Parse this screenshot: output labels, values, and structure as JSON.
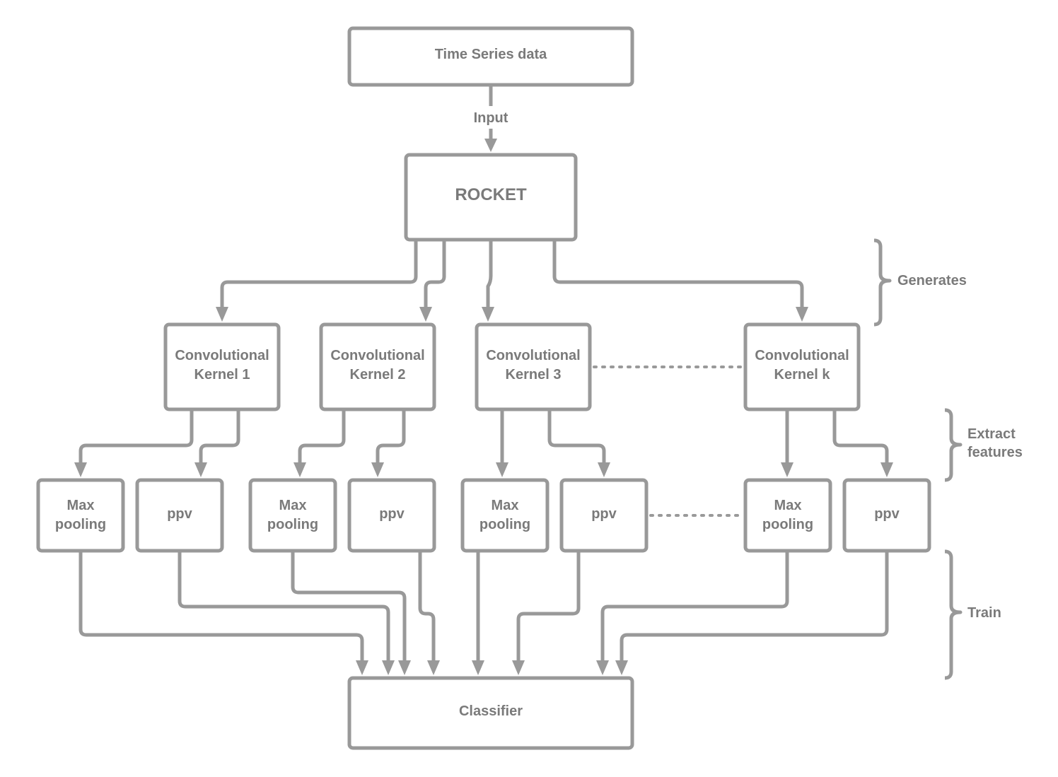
{
  "input_box": {
    "label": "Time Series data"
  },
  "input_edge_label": "Input",
  "rocket_box": {
    "label": "ROCKET"
  },
  "kernels": [
    {
      "line1": "Convolutional",
      "line2": "Kernel 1"
    },
    {
      "line1": "Convolutional",
      "line2": "Kernel 2"
    },
    {
      "line1": "Convolutional",
      "line2": "Kernel 3"
    },
    {
      "line1": "Convolutional",
      "line2": "Kernel k"
    }
  ],
  "features": [
    {
      "line1": "Max",
      "line2": "pooling"
    },
    {
      "line1": "ppv",
      "line2": ""
    },
    {
      "line1": "Max",
      "line2": "pooling"
    },
    {
      "line1": "ppv",
      "line2": ""
    },
    {
      "line1": "Max",
      "line2": "pooling"
    },
    {
      "line1": "ppv",
      "line2": ""
    },
    {
      "line1": "Max",
      "line2": "pooling"
    },
    {
      "line1": "ppv",
      "line2": ""
    }
  ],
  "classifier_box": {
    "label": "Classifier"
  },
  "stage_labels": {
    "generates": "Generates",
    "extract_line1": "Extract",
    "extract_line2": "features",
    "train": "Train"
  }
}
